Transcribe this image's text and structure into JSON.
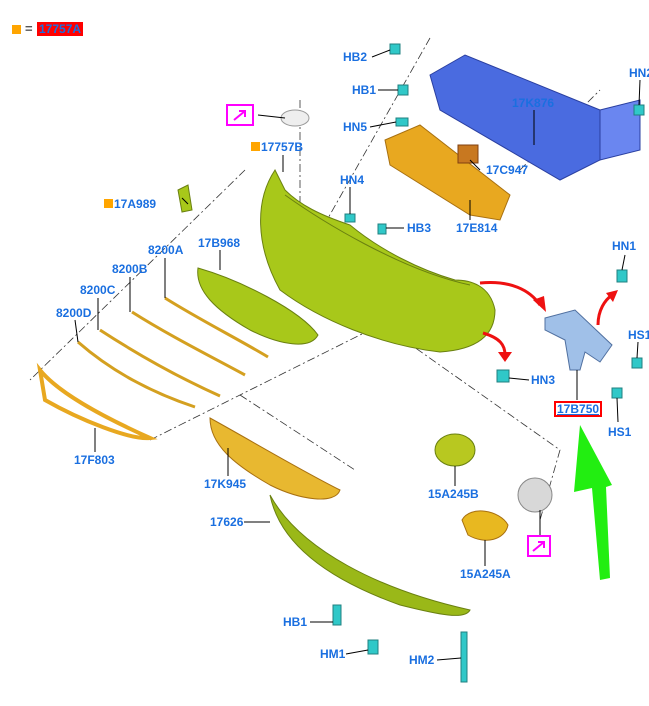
{
  "legend": {
    "symbol_color": "#ffa500",
    "equals": "=",
    "code": "17757A"
  },
  "label_color": "#1a6fe0",
  "labels": {
    "hb2": "HB2",
    "hb1_top": "HB1",
    "hn5": "HN5",
    "k876": "17K876",
    "hn2": "HN2",
    "b17757": "17757B",
    "c947": "17C947",
    "hn4": "HN4",
    "a989": "17A989",
    "hb3": "HB3",
    "e814": "17E814",
    "b968": "17B968",
    "a8200": "8200A",
    "b8200": "8200B",
    "c8200": "8200C",
    "d8200": "8200D",
    "hn1": "HN1",
    "hs1_top": "HS1",
    "hn3": "HN3",
    "b750": "17B750",
    "hs1_bottom": "HS1",
    "f803": "17F803",
    "k945": "17K945",
    "a245b": "15A245B",
    "p17626": "17626",
    "a245a": "15A245A",
    "hb1_bottom": "HB1",
    "hm1": "HM1",
    "hm2": "HM2"
  },
  "icons": [
    "reference-arrow-icon",
    "reference-arrow-icon"
  ],
  "colors": {
    "bumper": "#a8c81a",
    "bracket_orange": "#e8a820",
    "reinforcement": "#4466dd",
    "clip": "#30c8c8",
    "arrow_red": "#ee1111",
    "arrow_green": "#22ee11",
    "highlight_box": "#ff0000",
    "ref_box": "#ff00ff"
  }
}
